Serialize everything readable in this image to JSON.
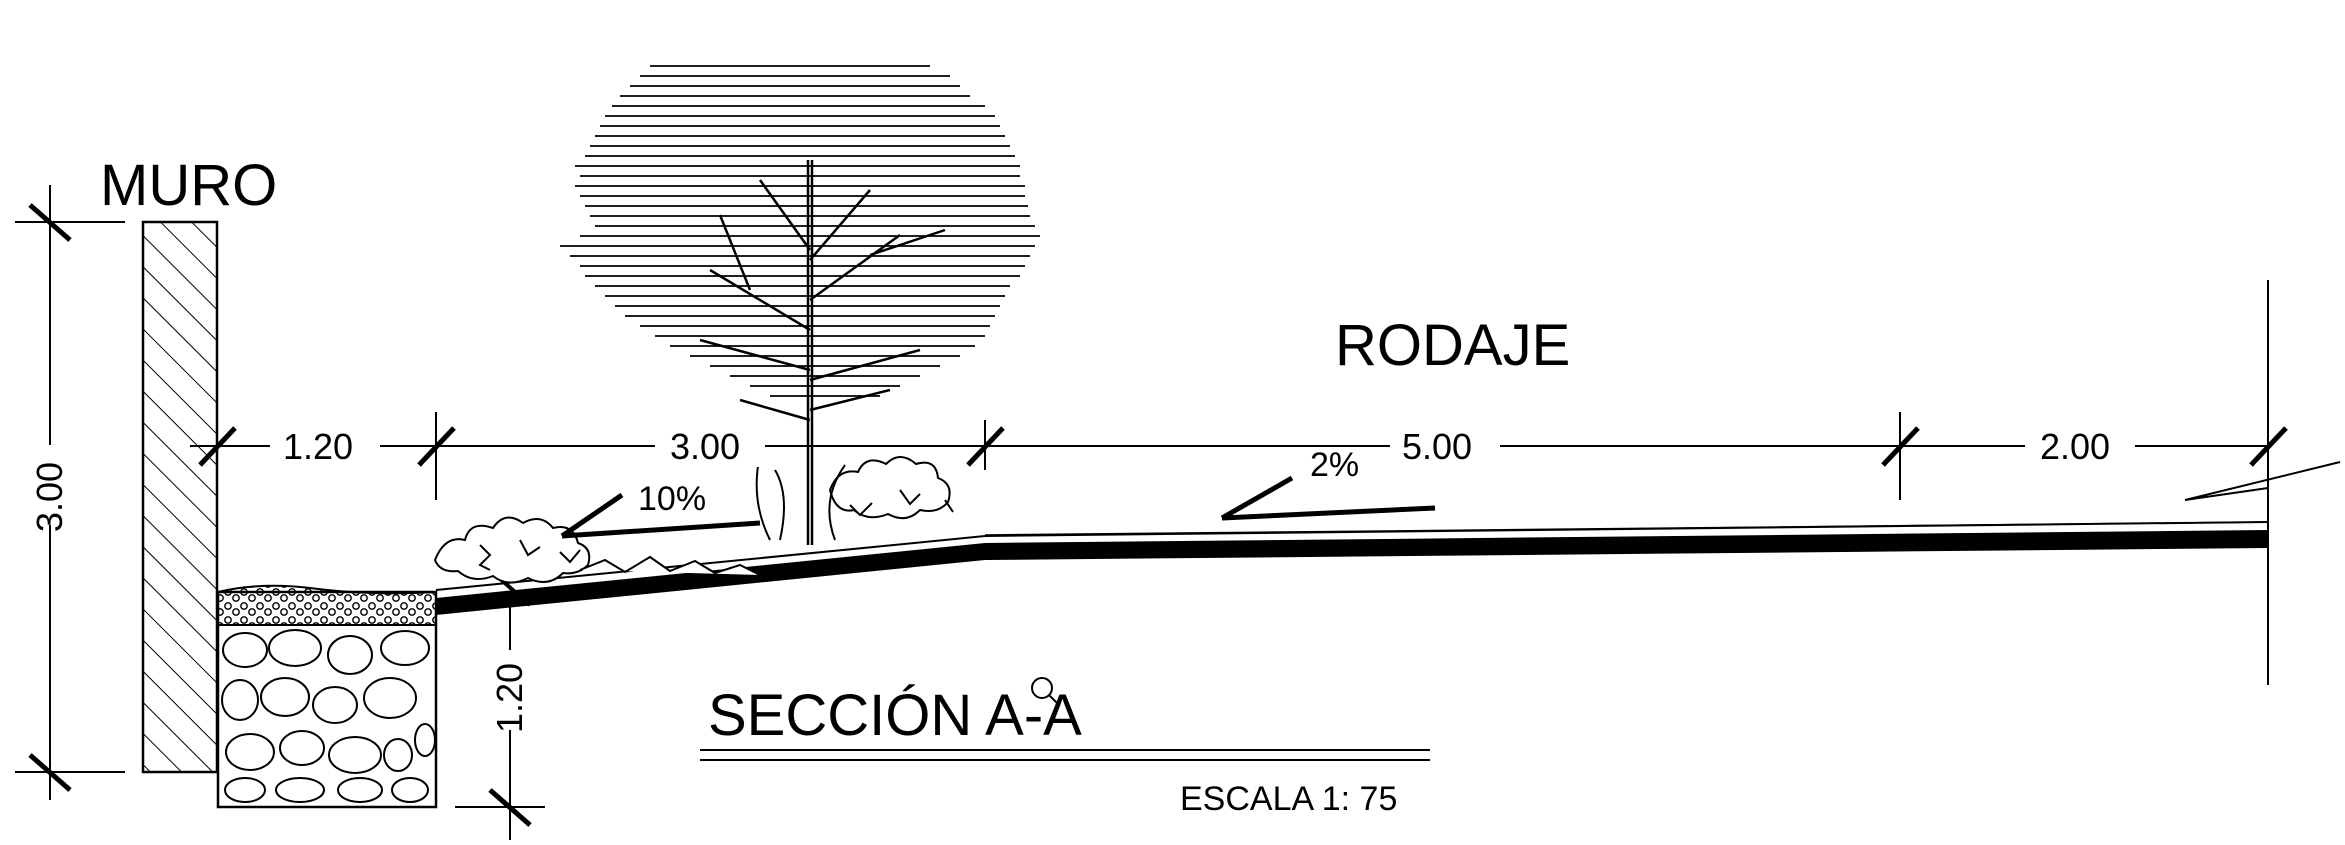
{
  "labels": {
    "muro": "MURO",
    "rodaje": "RODAJE",
    "section_title": "SECCIÓN A-A",
    "scale": "ESCALA 1: 75"
  },
  "dimensions": {
    "wall_height": "3.00",
    "d1": "1.20",
    "d2": "3.00",
    "d3": "5.00",
    "d4": "2.00",
    "trench_depth": "1.20"
  },
  "slopes": {
    "planter": "10%",
    "road": "2%"
  },
  "colors": {
    "ink": "#000000",
    "background": "#ffffff"
  }
}
